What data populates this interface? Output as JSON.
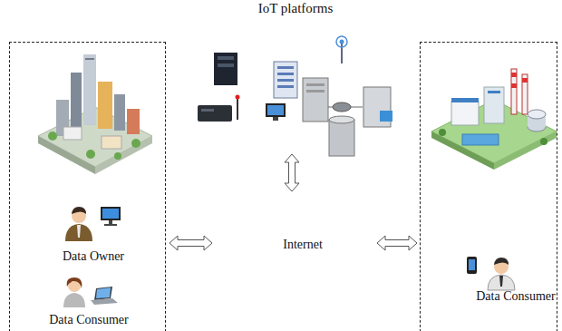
{
  "diagram": {
    "nodes": [
      {
        "text": [
          "IoT platforms"
        ]
      },
      {
        "text": [
          "Data Owner",
          "Data Consumer"
        ]
      },
      {
        "text": [
          "Internet"
        ]
      },
      {
        "text": [
          "Data Consumer"
        ]
      }
    ],
    "edges": [
      {
        "from": 0,
        "to": 2,
        "arrow": "both"
      },
      {
        "from": 1,
        "to": 2,
        "arrow": "both"
      },
      {
        "from": 2,
        "to": 3,
        "arrow": "both"
      }
    ]
  }
}
